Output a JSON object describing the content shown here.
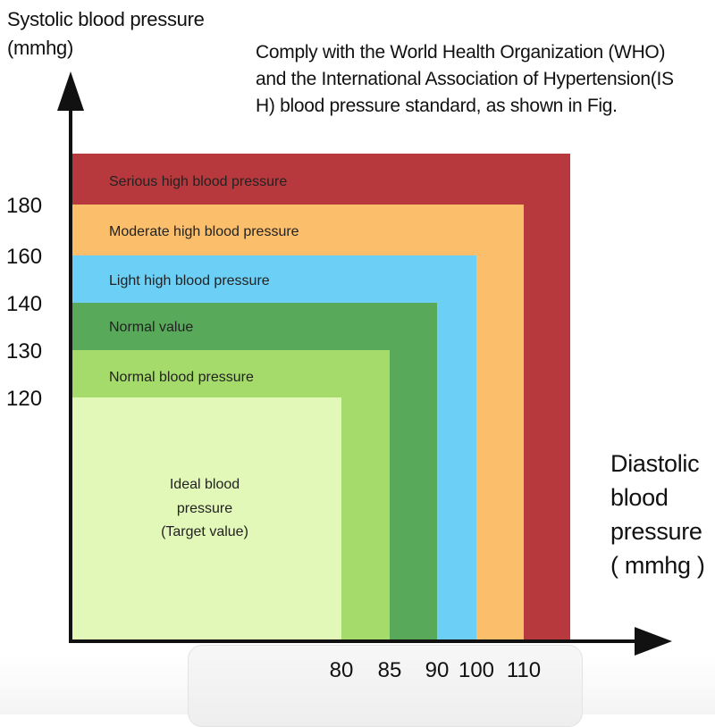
{
  "chart_data": {
    "type": "heatmap",
    "title": "Comply with the World Health Organization (WHO) and the International Association of Hypertension(IS H) blood pressure standard, as shown in Fig.",
    "ylabel": "Systolic blood pressure (mmhg)",
    "xlabel": "Diastolic blood pressure ( mmhg )",
    "y_ticks": [
      120,
      130,
      140,
      160,
      180
    ],
    "x_ticks": [
      80,
      85,
      90,
      100,
      110
    ],
    "zones": [
      {
        "name": "Serious high blood pressure",
        "max_diastolic": null,
        "max_systolic": null,
        "color": "#b7393d"
      },
      {
        "name": "Moderate high blood pressure",
        "max_diastolic": 110,
        "max_systolic": 180,
        "color": "#fbbf6c"
      },
      {
        "name": "Light high blood pressure",
        "max_diastolic": 100,
        "max_systolic": 160,
        "color": "#6ccff6"
      },
      {
        "name": "Normal value",
        "max_diastolic": 90,
        "max_systolic": 140,
        "color": "#58a95a"
      },
      {
        "name": "Normal blood pressure",
        "max_diastolic": 85,
        "max_systolic": 130,
        "color": "#a5db6a"
      },
      {
        "name": "Ideal blood pressure (Target value)",
        "max_diastolic": 80,
        "max_systolic": 120,
        "color": "#e2f8b8"
      }
    ]
  },
  "labels": {
    "y_title_line1": "Systolic blood pressure",
    "y_title_line2": "(mmhg)",
    "note_line1": "Comply with the World Health Organization (WHO)",
    "note_line2": "and the International Association of Hypertension(IS",
    "note_line3": "H) blood pressure standard, as shown in Fig.",
    "x_title_line1": "Diastolic",
    "x_title_line2": "blood",
    "x_title_line3": "pressure",
    "x_title_line4": "( mmhg )",
    "zone_serious": "Serious high blood pressure",
    "zone_moderate": "Moderate high blood pressure",
    "zone_light": "Light high blood pressure",
    "zone_normal_value": "Normal value",
    "zone_normal_bp": "Normal blood pressure",
    "ideal_line1": "Ideal blood",
    "ideal_line2": "pressure",
    "ideal_line3": "(Target value)"
  }
}
